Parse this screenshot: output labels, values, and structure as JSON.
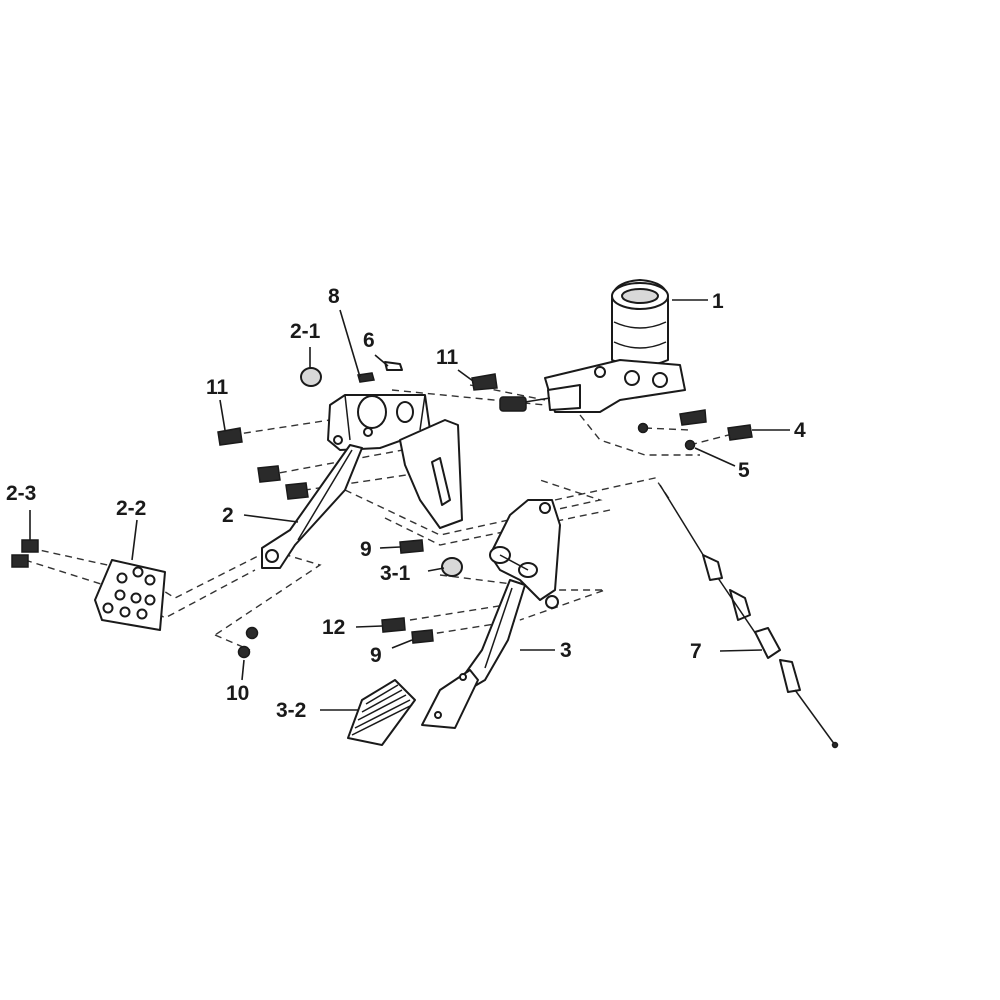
{
  "callouts": {
    "c1": "1",
    "c2": "2",
    "c2_1": "2-1",
    "c2_2": "2-2",
    "c2_3": "2-3",
    "c3": "3",
    "c3_1": "3-1",
    "c3_2": "3-2",
    "c4": "4",
    "c5": "5",
    "c6": "6",
    "c7": "7",
    "c8": "8",
    "c9a": "9",
    "c9b": "9",
    "c10": "10",
    "c11a": "11",
    "c11b": "11",
    "c12": "12"
  },
  "colors": {
    "line": "#1a1a1a",
    "fill": "#ffffff",
    "shade": "#d8d8d8"
  }
}
